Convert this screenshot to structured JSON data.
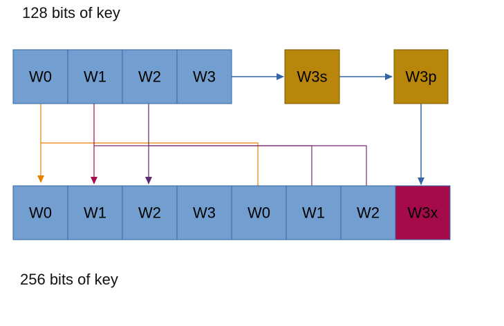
{
  "captions": {
    "top": "128 bits of key",
    "bottom": "256 bits of key"
  },
  "top_row": [
    "W0",
    "W1",
    "W2",
    "W3"
  ],
  "sbox_box": "W3s",
  "perm_box": "W3p",
  "bottom_row": [
    "W0",
    "W1",
    "W2",
    "W3",
    "W0",
    "W1",
    "W2",
    "W3x"
  ],
  "colors": {
    "word_fill": "#729fcf",
    "word_stroke": "#3465a4",
    "transform_fill": "#b8860b",
    "transform_stroke": "#7a5a00",
    "w3x_fill": "#a50b4b",
    "arrow_blue": "#3465a4",
    "arrow_orange": "#e67e00",
    "arrow_purple": "#7b2b6f",
    "arrow_crimson": "#a50b4b"
  }
}
